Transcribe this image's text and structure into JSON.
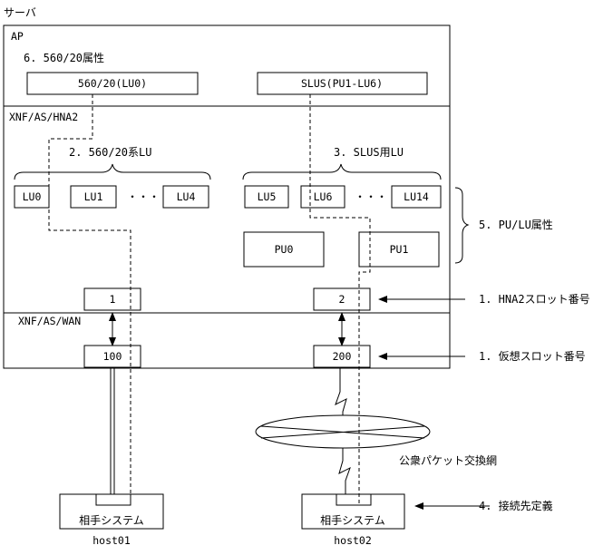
{
  "diagram": {
    "server_label": "サーバ",
    "ap": {
      "label": "AP",
      "attr_label": "6. 560/20属性",
      "box_lu0": "560/20(LU0)",
      "box_slus": "SLUS(PU1-LU6)"
    },
    "hna2": {
      "label": "XNF/AS/HNA2",
      "group1_label": "2. 560/20系LU",
      "group2_label": "3. SLUS用LU",
      "lus_left": [
        "LU0",
        "LU1",
        "LU4"
      ],
      "lus_right": [
        "LU5",
        "LU6",
        "LU14"
      ],
      "ellipsis": "・・・",
      "pus": [
        "PU0",
        "PU1"
      ],
      "slot_left": "1",
      "slot_right": "2"
    },
    "wan": {
      "label": "XNF/AS/WAN",
      "slot_left": "100",
      "slot_right": "200"
    },
    "network_label": "公衆パケット交換網",
    "partners": [
      {
        "label": "相手システム",
        "host": "host01"
      },
      {
        "label": "相手システム",
        "host": "host02"
      }
    ],
    "annotations": {
      "pu_lu_attr": "5. PU/LU属性",
      "hna2_slot": "1. HNA2スロット番号",
      "virtual_slot": "1. 仮想スロット番号",
      "conn_def": "4. 接続先定義"
    }
  }
}
